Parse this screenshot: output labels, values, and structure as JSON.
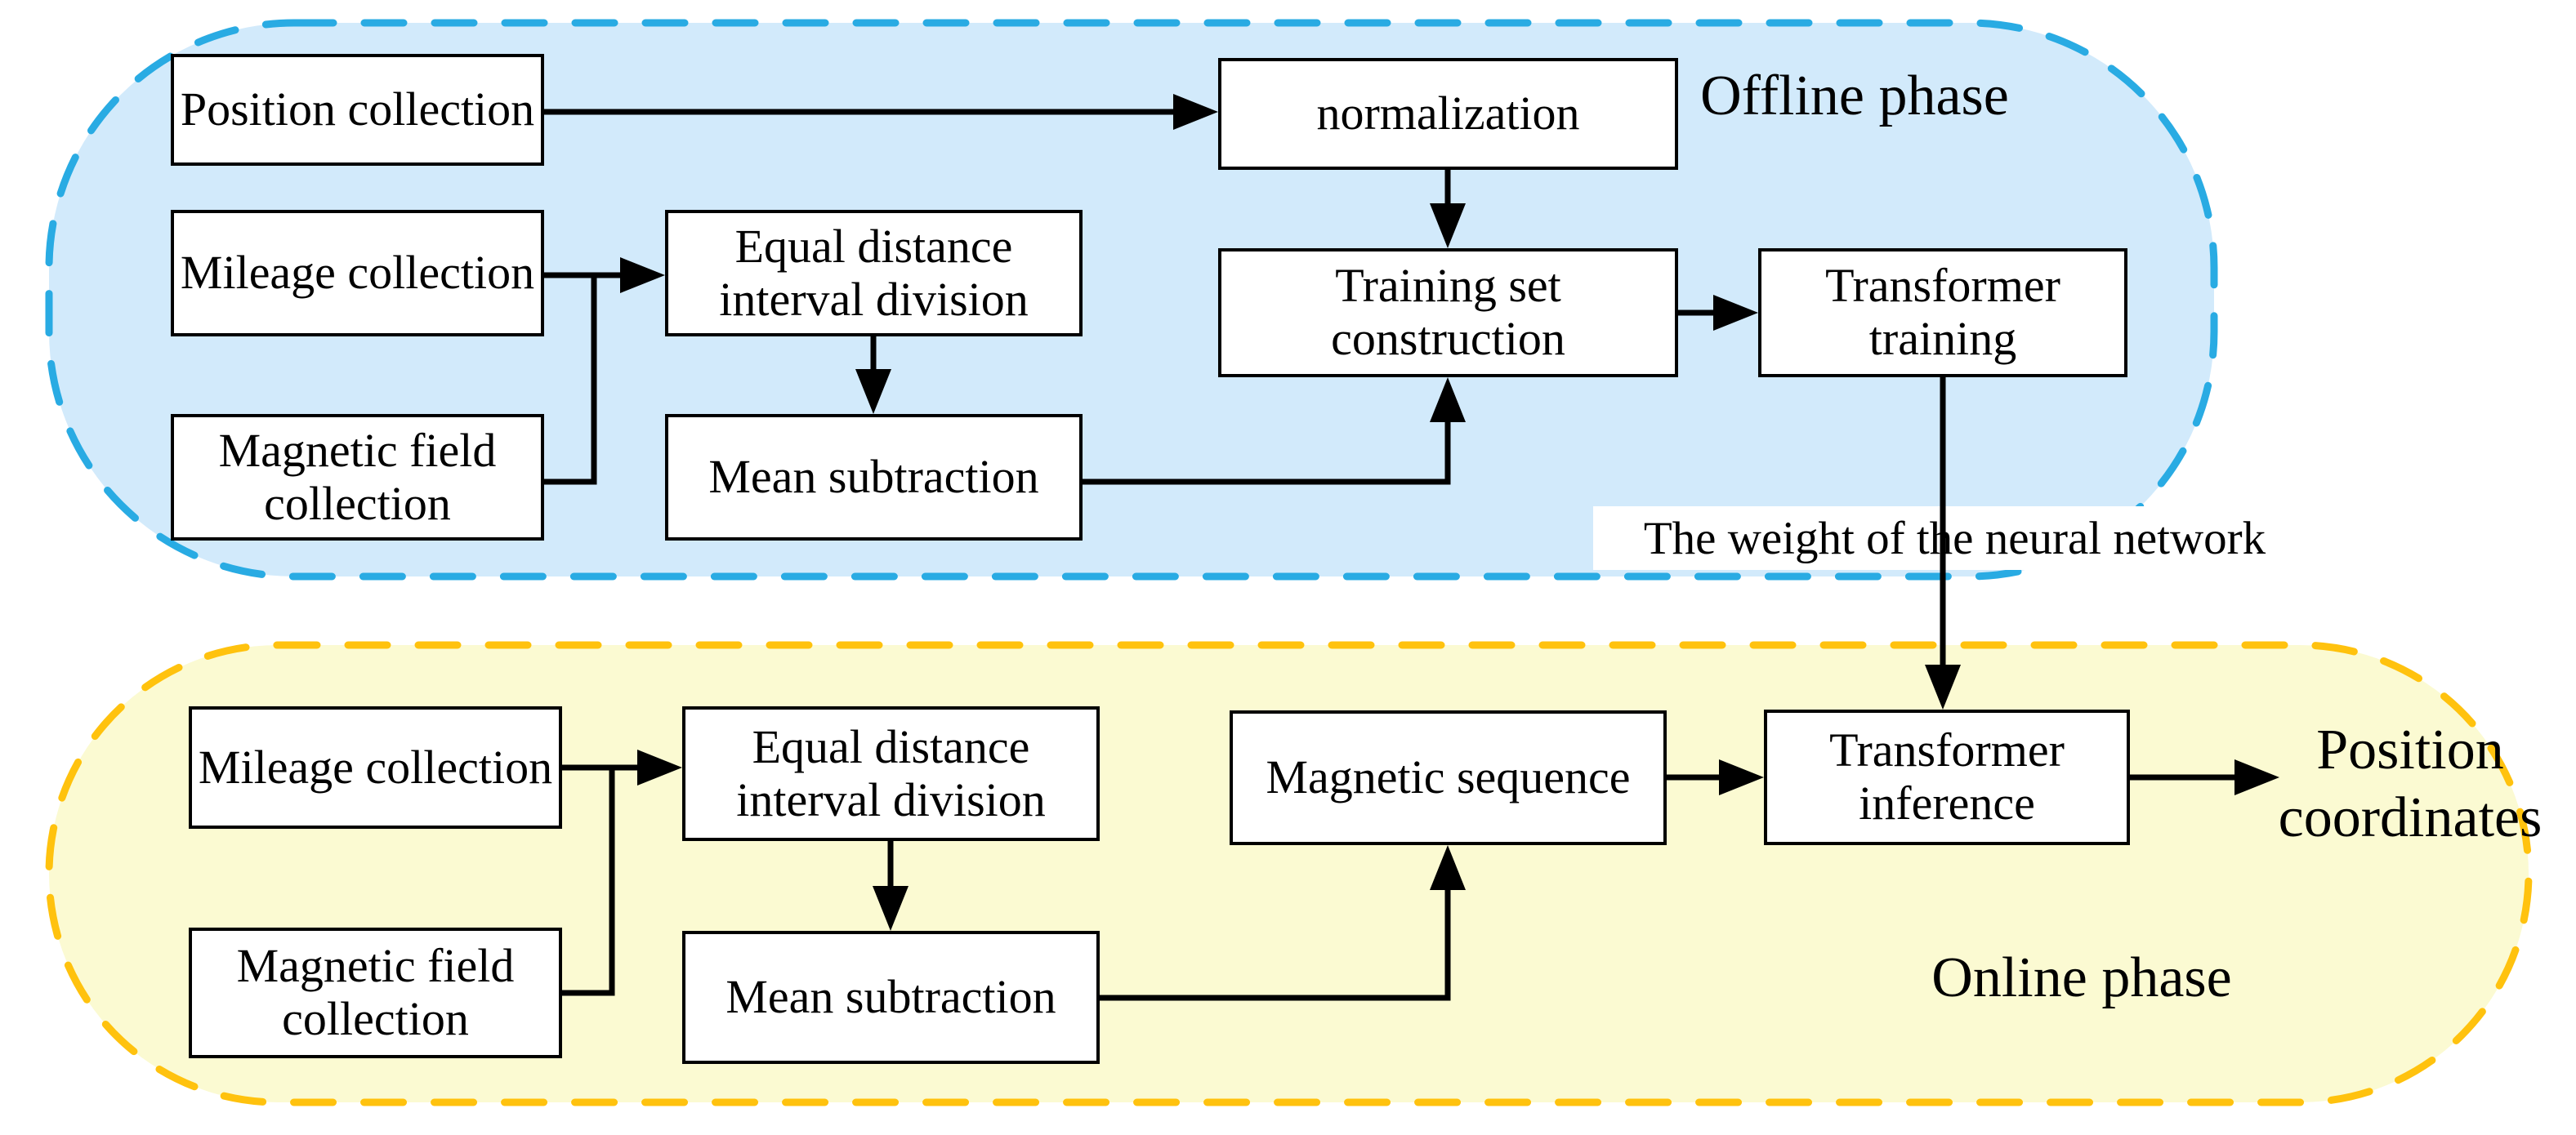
{
  "diagram": {
    "offline": {
      "title": "Offline phase",
      "fill": "#D2EAFB",
      "border": "#29ABE3",
      "nodes": {
        "position_collection": "Position collection",
        "mileage_collection": "Mileage collection",
        "magnetic_field_collection": "Magnetic field collection",
        "equal_distance_interval_division": "Equal distance interval division",
        "mean_subtraction": "Mean subtraction",
        "normalization": "normalization",
        "training_set_construction": "Training set construction",
        "transformer_training": "Transformer training"
      }
    },
    "weight_label": "The weight of the neural network",
    "online": {
      "title": "Online phase",
      "fill": "#FBFAD2",
      "border": "#FFC20E",
      "nodes": {
        "mileage_collection": "Mileage collection",
        "magnetic_field_collection": "Magnetic field collection",
        "equal_distance_interval_division": "Equal distance interval division",
        "mean_subtraction": "Mean subtraction",
        "magnetic_sequence": "Magnetic sequence",
        "transformer_inference": "Transformer inference"
      },
      "output_label": "Position coordinates"
    },
    "connector_color": "#000000"
  }
}
